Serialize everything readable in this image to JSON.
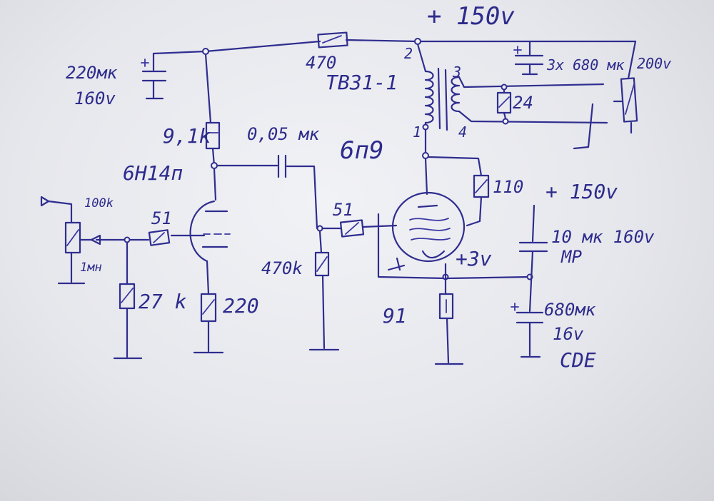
{
  "diagram": {
    "supply_top": "+ 150v",
    "supply_right": "+ 150v",
    "r_top": "470",
    "c_in_value": "220мк",
    "c_in_voltage": "160v",
    "r_plate1": "9,1k",
    "tube1": "6Н14п",
    "c_coupling": "0,05 мк",
    "transformer": "ТВЗ1-1",
    "pin_2": "2",
    "pin_3": "3",
    "pin_1": "1",
    "pin_4": "4",
    "tube2": "6п9",
    "r_load": "24",
    "c_out": "3x 680 мк",
    "c_out_voltage": "200v",
    "r_screen": "110",
    "r_grid1": "51",
    "r_grid2": "51",
    "pot": "100k",
    "pot_low": "1мн",
    "r_bias": "27 k",
    "r_cathode1": "220",
    "r_grid_leak": "470k",
    "r_cathode2": "91",
    "bias_voltage": "+3v",
    "c_bypass": "10 мк 160v",
    "c_bypass_type": "МР",
    "c_cathode": "680мк",
    "c_cathode_voltage": "16v",
    "c_cathode_brand": "CDE"
  }
}
